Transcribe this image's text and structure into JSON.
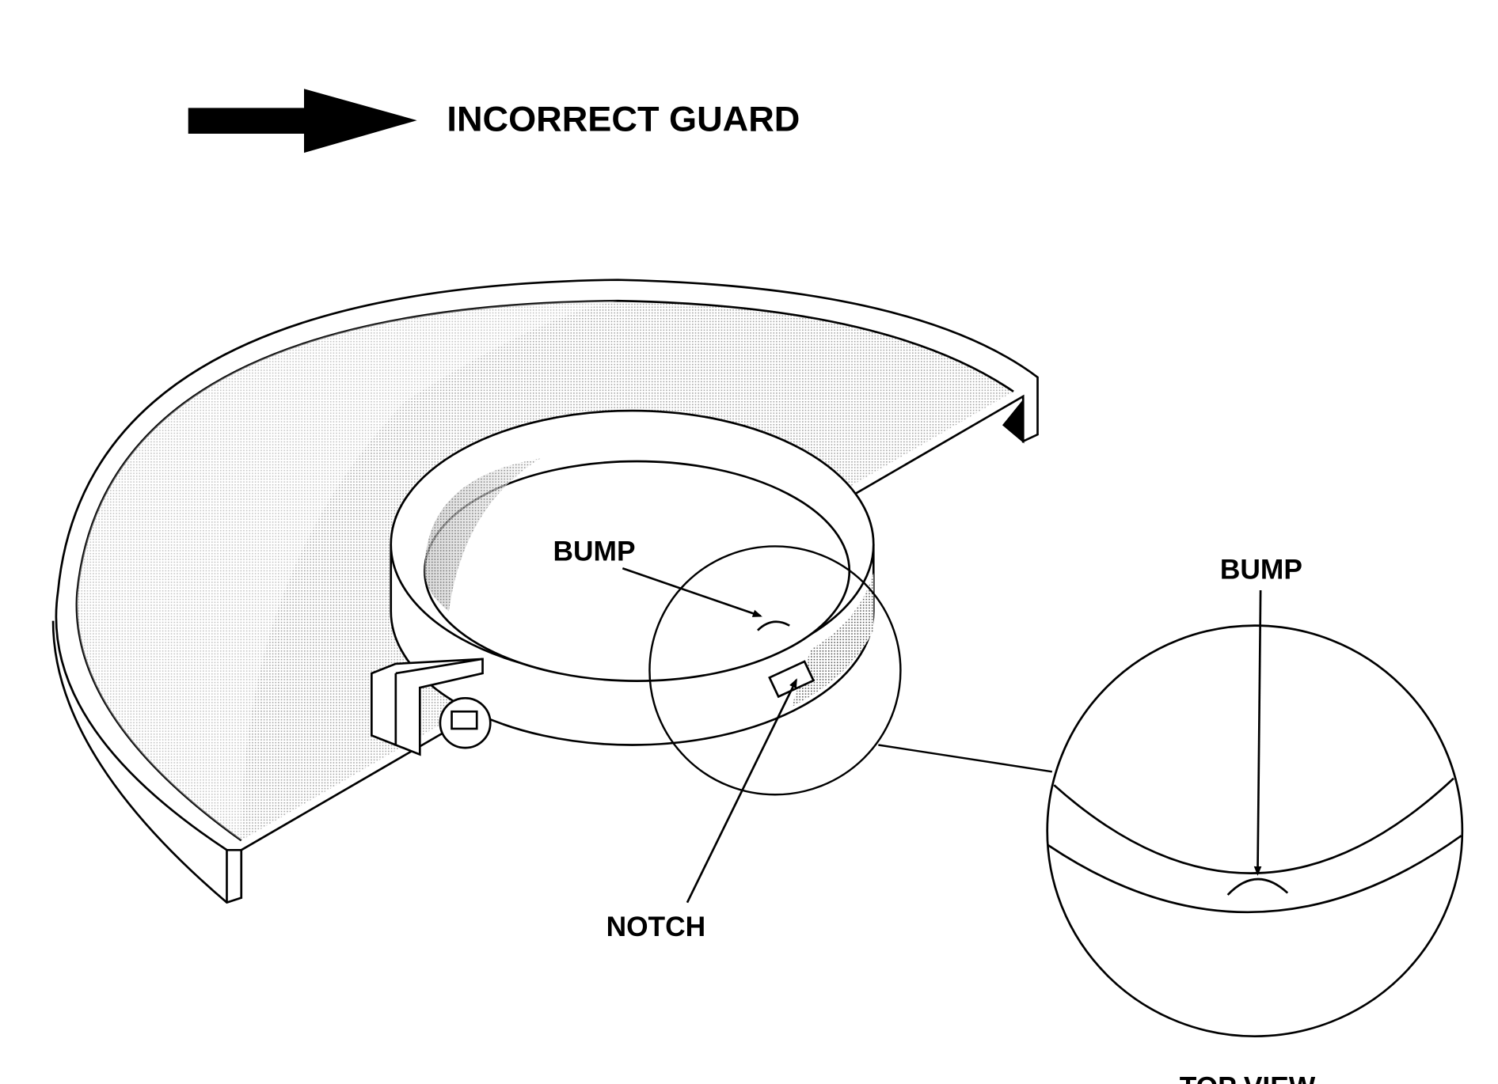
{
  "title": "INCORRECT GUARD",
  "labels": {
    "bump_main": "BUMP",
    "bump_detail": "BUMP",
    "notch": "NOTCH",
    "top_view": "TOP VIEW"
  },
  "icons": {
    "title_arrow": "right-arrow-icon"
  }
}
